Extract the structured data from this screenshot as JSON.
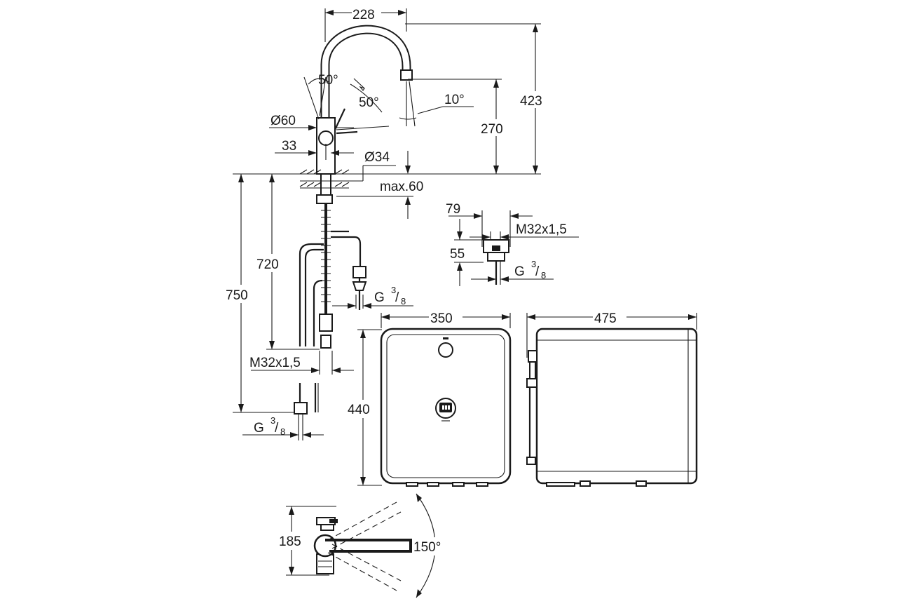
{
  "drawing": {
    "title": "",
    "colors": {
      "line": "#1a1a1a",
      "background": "#ffffff"
    },
    "faucet_front": {
      "width_top": "228",
      "height_total": "423",
      "spout_height": "270",
      "lever_angle_up": "50°",
      "lever_angle_down": "50°",
      "spout_tilt": "10°",
      "body_diameter": "Ø60",
      "lever_offset": "33",
      "shank_diameter": "Ø34",
      "max_countertop": "max.60"
    },
    "faucet_below": {
      "hose_length_720": "720",
      "hose_length_750": "750",
      "thread_label": "M32x1,5",
      "connection_g_main": "G",
      "connection_g_sup": "3",
      "connection_g_sub": "8"
    },
    "connector_detail": {
      "width": "79",
      "height": "55",
      "thread_label": "M32x1,5",
      "connection_g_main": "G",
      "connection_g_sup": "3",
      "connection_g_sub": "8"
    },
    "boiler_front": {
      "width": "350",
      "height": "440"
    },
    "boiler_side": {
      "depth": "475"
    },
    "faucet_top": {
      "depth": "185",
      "swivel_angle": "150°"
    },
    "valve_connection": {
      "connection_g_main": "G",
      "connection_g_sup": "3",
      "connection_g_sub": "8"
    }
  }
}
